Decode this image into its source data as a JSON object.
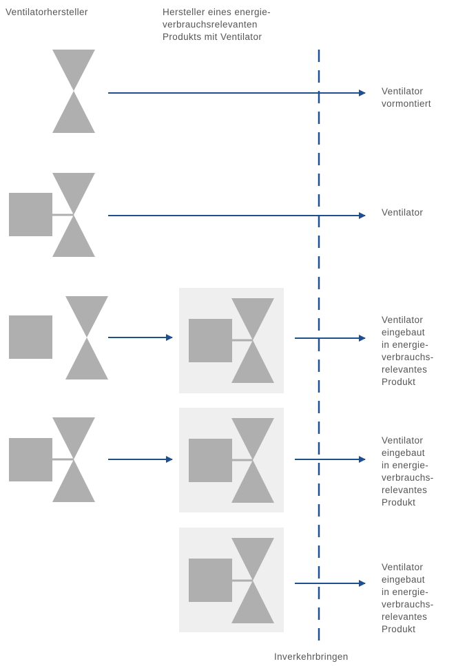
{
  "header": {
    "col1": "Ventilatorhersteller",
    "col2": "Hersteller eines energie-\nverbrauchsrelevanten\nProdukts mit Ventilator"
  },
  "rows": [
    {
      "result": "Ventilator\nvormontiert"
    },
    {
      "result": "Ventilator"
    },
    {
      "result": "Ventilator\neingebaut\nin energie-\nverbrauchs-\nrelevantes\nProdukt"
    },
    {
      "result": "Ventilator\neingebaut\nin energie-\nverbrauchs-\nrelevantes\nProdukt"
    },
    {
      "result": "Ventilator\neingebaut\nin energie-\nverbrauchs-\nrelevantes\nProdukt"
    }
  ],
  "footer": {
    "market_line_label": "Inverkehrbringen"
  },
  "colors": {
    "arrow": "#1d4f91",
    "symbol": "#afafaf",
    "box": "#efefef",
    "text": "#555555"
  }
}
